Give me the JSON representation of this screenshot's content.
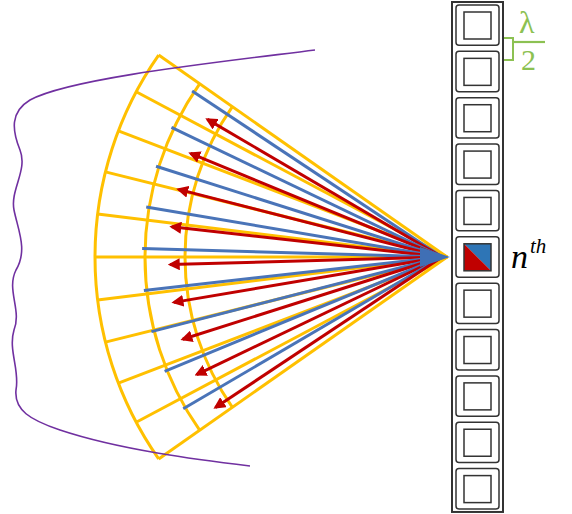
{
  "diagram": {
    "labels": [
      "λ",
      "2",
      "n",
      "th"
    ]
  }
}
